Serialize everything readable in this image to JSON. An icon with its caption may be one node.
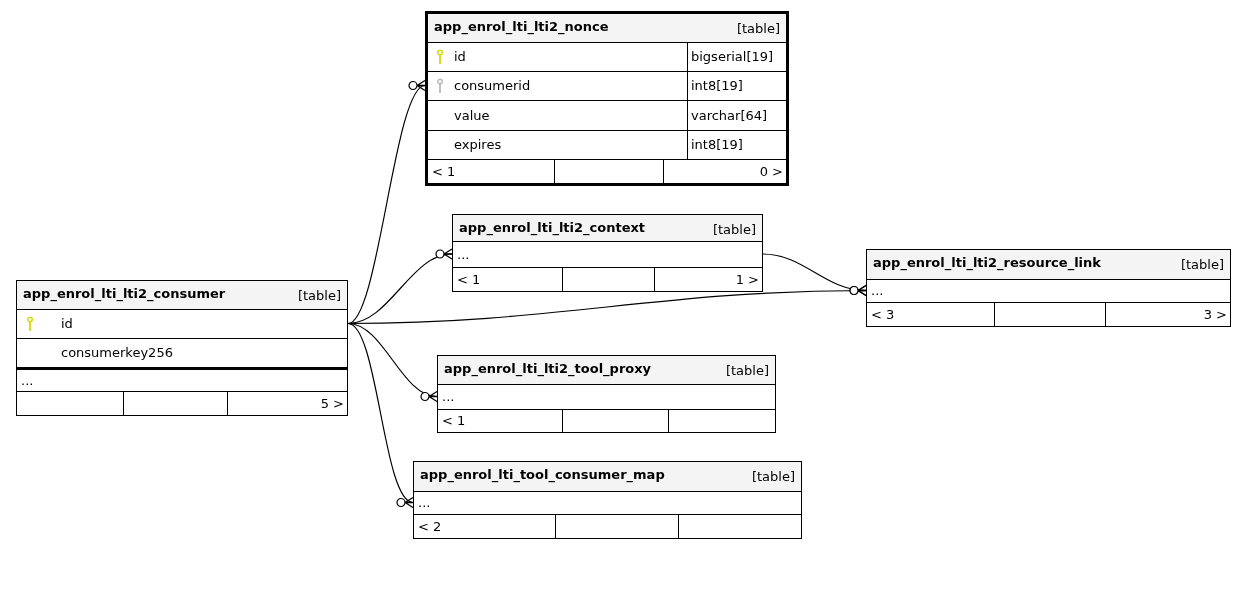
{
  "diagram": {
    "nodes": [
      {
        "text": [
          "app_enrol_lti_lti2_nonce",
          "[table]"
        ]
      },
      {
        "text": [
          "id",
          "bigserial[19]"
        ],
        "in": 0
      },
      {
        "text": [
          "consumerid",
          "int8[19]"
        ],
        "in": 0
      },
      {
        "text": [
          "value",
          "varchar[64]"
        ],
        "in": 0
      },
      {
        "text": [
          "expires",
          "int8[19]"
        ],
        "in": 0
      },
      {
        "text": [
          "< 1",
          "0 >"
        ],
        "in": 0
      },
      {
        "text": [
          "app_enrol_lti_lti2_context",
          "[table]"
        ]
      },
      {
        "text": [
          "..."
        ],
        "in": 6
      },
      {
        "text": [
          "< 1",
          "1 >"
        ],
        "in": 6
      },
      {
        "text": [
          "app_enrol_lti_lti2_consumer",
          "[table]"
        ]
      },
      {
        "text": [
          "id"
        ],
        "in": 9
      },
      {
        "text": [
          "consumerkey256"
        ],
        "in": 9
      },
      {
        "text": [
          "..."
        ],
        "in": 9
      },
      {
        "text": [
          "5 >"
        ],
        "in": 9
      },
      {
        "text": [
          "app_enrol_lti_lti2_resource_link",
          "[table]"
        ]
      },
      {
        "text": [
          "..."
        ],
        "in": 14
      },
      {
        "text": [
          "< 3",
          "3 >"
        ],
        "in": 14
      },
      {
        "text": [
          "app_enrol_lti_lti2_tool_proxy",
          "[table]"
        ]
      },
      {
        "text": [
          "..."
        ],
        "in": 17
      },
      {
        "text": [
          "< 1"
        ],
        "in": 17
      },
      {
        "text": [
          "app_enrol_lti_tool_consumer_map",
          "[table]"
        ]
      },
      {
        "text": [
          "..."
        ],
        "in": 20
      },
      {
        "text": [
          "< 2"
        ],
        "in": 20
      }
    ],
    "edges": [
      {
        "from": 10,
        "to": 2,
        "arrow": "other"
      },
      {
        "from": 10,
        "to": 7,
        "arrow": "other"
      },
      {
        "from": 10,
        "to": 15,
        "arrow": "other"
      },
      {
        "from": 7,
        "to": 15,
        "arrow": "other"
      },
      {
        "from": 10,
        "to": 18,
        "arrow": "other"
      },
      {
        "from": 10,
        "to": 21,
        "arrow": "other"
      }
    ]
  }
}
